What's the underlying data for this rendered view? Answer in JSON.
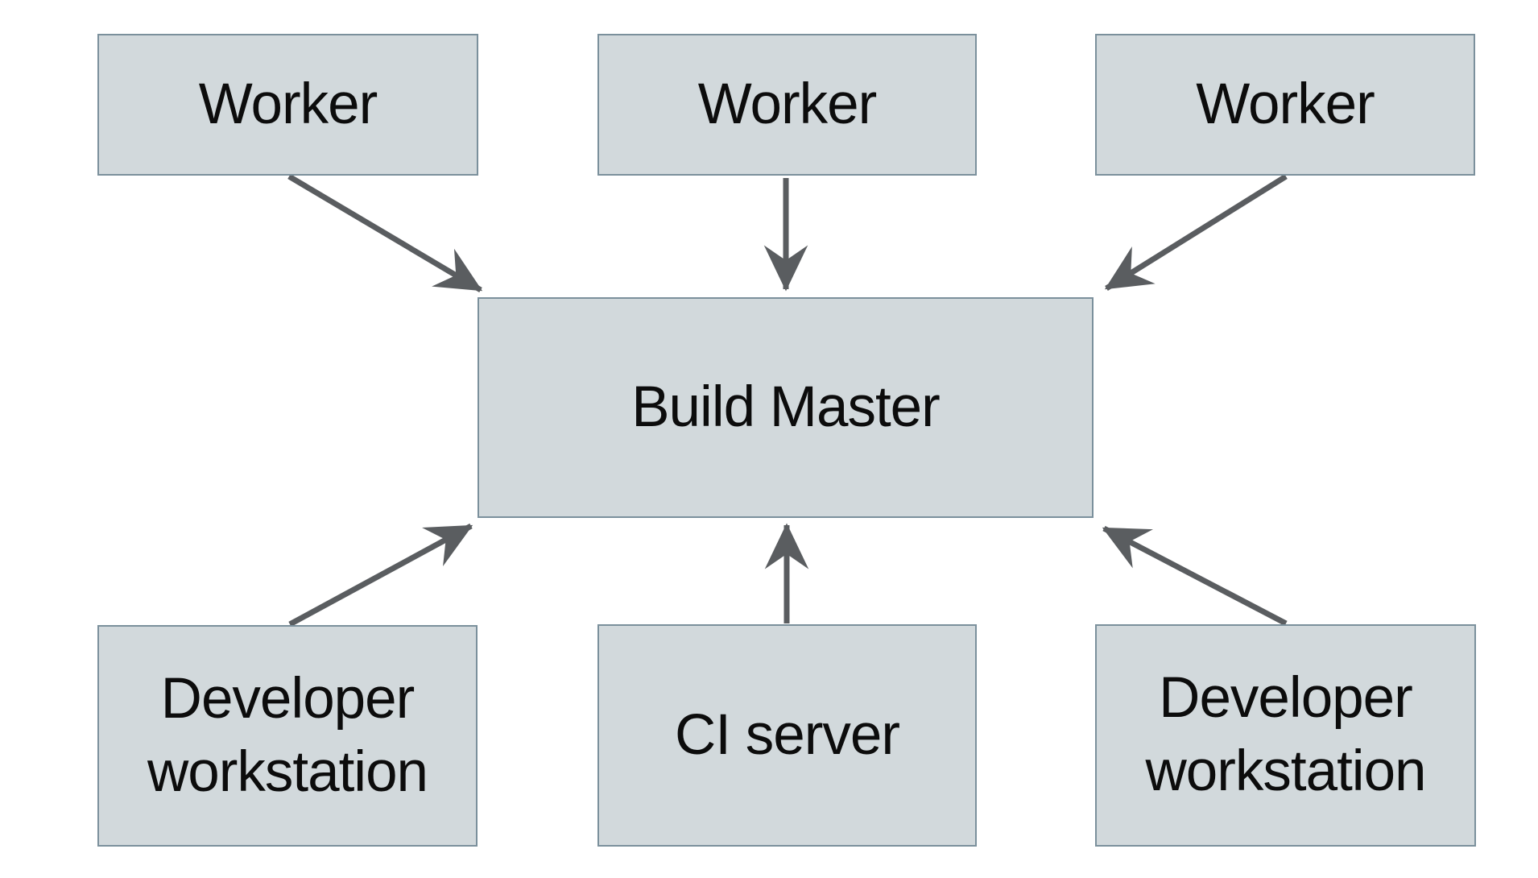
{
  "diagram": {
    "type": "architecture-diagram",
    "description": "Distributed build system: three Workers feed into a central Build Master; two Developer workstations and a CI server also feed into the Build Master.",
    "nodes": {
      "worker1": {
        "label": "Worker"
      },
      "worker2": {
        "label": "Worker"
      },
      "worker3": {
        "label": "Worker"
      },
      "build_master": {
        "label": "Build Master"
      },
      "dev_left": {
        "label": "Developer workstation"
      },
      "ci_server": {
        "label": "CI server"
      },
      "dev_right": {
        "label": "Developer workstation"
      }
    },
    "edges": [
      {
        "from": "worker1",
        "to": "build_master",
        "arrow": "end"
      },
      {
        "from": "worker2",
        "to": "build_master",
        "arrow": "end"
      },
      {
        "from": "worker3",
        "to": "build_master",
        "arrow": "end"
      },
      {
        "from": "dev_left",
        "to": "build_master",
        "arrow": "end"
      },
      {
        "from": "ci_server",
        "to": "build_master",
        "arrow": "end"
      },
      {
        "from": "dev_right",
        "to": "build_master",
        "arrow": "end"
      }
    ],
    "colors": {
      "background": "#ffffff",
      "node_fill": "#d2d9dc",
      "node_border": "#7b909c",
      "arrow": "#5a5d60",
      "text": "#0c0c0c"
    }
  }
}
